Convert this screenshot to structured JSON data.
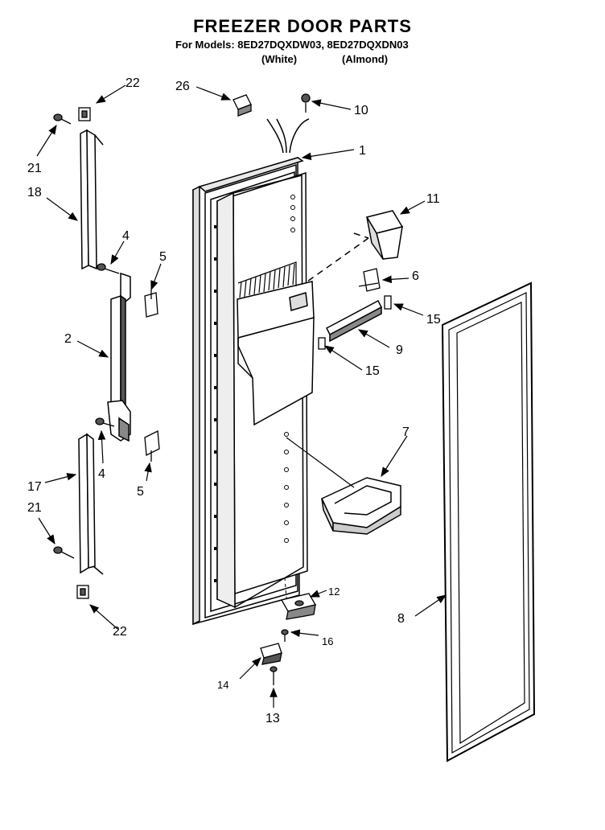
{
  "header": {
    "title": "FREEZER DOOR PARTS",
    "models_line": "For Models: 8ED27DQXDW03, 8ED27DQXDN03",
    "variant_white": "(White)",
    "variant_almond": "(Almond)"
  },
  "callouts": [
    {
      "id": "c26",
      "label": "26"
    },
    {
      "id": "c10",
      "label": "10"
    },
    {
      "id": "c1",
      "label": "1"
    },
    {
      "id": "c22a",
      "label": "22"
    },
    {
      "id": "c21a",
      "label": "21"
    },
    {
      "id": "c18",
      "label": "18"
    },
    {
      "id": "c4a",
      "label": "4"
    },
    {
      "id": "c5a",
      "label": "5"
    },
    {
      "id": "c2",
      "label": "2"
    },
    {
      "id": "c4b",
      "label": "4"
    },
    {
      "id": "c5b",
      "label": "5"
    },
    {
      "id": "c17",
      "label": "17"
    },
    {
      "id": "c21b",
      "label": "21"
    },
    {
      "id": "c22b",
      "label": "22"
    },
    {
      "id": "c11",
      "label": "11"
    },
    {
      "id": "c6",
      "label": "6"
    },
    {
      "id": "c15a",
      "label": "15"
    },
    {
      "id": "c9",
      "label": "9"
    },
    {
      "id": "c15b",
      "label": "15"
    },
    {
      "id": "c7",
      "label": "7"
    },
    {
      "id": "c12",
      "label": "12"
    },
    {
      "id": "c16",
      "label": "16"
    },
    {
      "id": "c14",
      "label": "14"
    },
    {
      "id": "c13",
      "label": "13"
    },
    {
      "id": "c8",
      "label": "8"
    }
  ]
}
